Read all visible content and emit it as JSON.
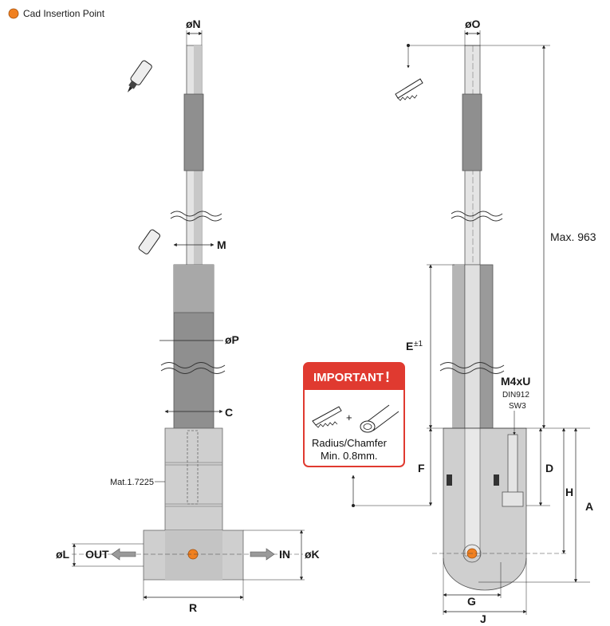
{
  "legend": {
    "label": "Cad Insertion Point",
    "color": "#f08020"
  },
  "left_view": {
    "labels": {
      "N": "øN",
      "M": "M",
      "P": "øP",
      "C": "C",
      "material": "Mat.1.7225",
      "out": "OUT",
      "in": "IN",
      "L": "øL",
      "K": "øK",
      "R": "R"
    }
  },
  "right_view": {
    "labels": {
      "O": "øO",
      "max": "Max. 963",
      "E": "E",
      "E_tol": "±1",
      "screw": "M4xU",
      "din": "DIN912",
      "sw": "SW3",
      "F": "F",
      "D": "D",
      "H": "H",
      "A": "A",
      "G": "G",
      "J": "J"
    }
  },
  "important": {
    "title": "IMPORTANT",
    "exclaim": "!",
    "plus": "+",
    "line1": "Radius/Chamfer",
    "line2": "Min. 0.8mm."
  },
  "colors": {
    "body": "#cfcfcf",
    "rod_dark": "#9a9a9a",
    "rod_light": "#d8d8d8",
    "accent_red": "#e03a30",
    "insertion_point": "#f08020"
  }
}
